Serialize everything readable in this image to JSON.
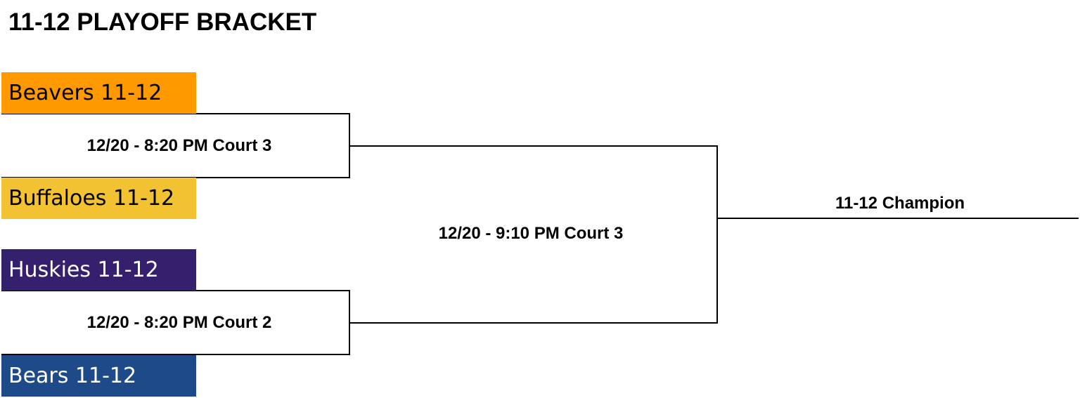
{
  "title": "11-12 PLAYOFF BRACKET",
  "teams": [
    {
      "name": "Beavers 11-12",
      "bg": "#FF9900",
      "fg": "#000000"
    },
    {
      "name": "Buffaloes 11-12",
      "bg": "#F2C232",
      "fg": "#000000"
    },
    {
      "name": "Huskies 11-12",
      "bg": "#35206E",
      "fg": "#FFFFFF"
    },
    {
      "name": "Bears 11-12",
      "bg": "#1F4A8A",
      "fg": "#FFFFFF"
    }
  ],
  "games": [
    {
      "label": "12/20 - 8:20 PM Court 3"
    },
    {
      "label": "12/20 - 8:20 PM Court 2"
    },
    {
      "label": "12/20 - 9:10 PM Court 3"
    }
  ],
  "champion_label": "11-12 Champion"
}
